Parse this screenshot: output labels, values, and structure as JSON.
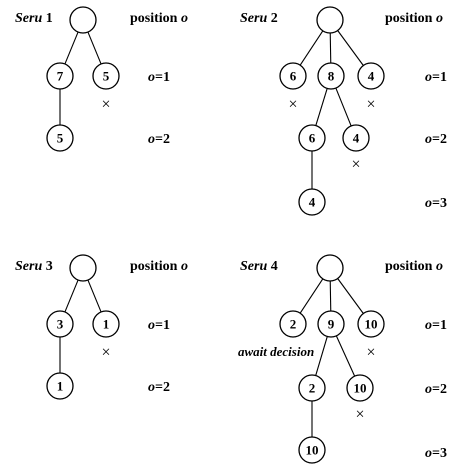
{
  "panels": [
    {
      "title_italic": "Seru",
      "title_num": "1",
      "header_word": "position",
      "header_var": "o",
      "levels": [
        {
          "var": "o",
          "value": "=1"
        },
        {
          "var": "o",
          "value": "=2"
        }
      ],
      "root": {
        "label": "",
        "children": [
          {
            "label": "7",
            "children": [
              {
                "label": "5",
                "children": []
              }
            ]
          },
          {
            "label": "5",
            "crossed": true,
            "children": []
          }
        ]
      }
    },
    {
      "title_italic": "Seru",
      "title_num": "2",
      "header_word": "position",
      "header_var": "o",
      "levels": [
        {
          "var": "o",
          "value": "=1"
        },
        {
          "var": "o",
          "value": "=2"
        },
        {
          "var": "o",
          "value": "=3"
        }
      ],
      "root": {
        "label": "",
        "children": [
          {
            "label": "6",
            "crossed": true,
            "children": []
          },
          {
            "label": "8",
            "children": [
              {
                "label": "6",
                "children": [
                  {
                    "label": "4",
                    "children": []
                  }
                ]
              },
              {
                "label": "4",
                "crossed": true,
                "children": []
              }
            ]
          },
          {
            "label": "4",
            "crossed": true,
            "children": []
          }
        ]
      }
    },
    {
      "title_italic": "Seru",
      "title_num": "3",
      "header_word": "position",
      "header_var": "o",
      "levels": [
        {
          "var": "o",
          "value": "=1"
        },
        {
          "var": "o",
          "value": "=2"
        }
      ],
      "root": {
        "label": "",
        "children": [
          {
            "label": "3",
            "children": [
              {
                "label": "1",
                "children": []
              }
            ]
          },
          {
            "label": "1",
            "crossed": true,
            "children": []
          }
        ]
      }
    },
    {
      "title_italic": "Seru",
      "title_num": "4",
      "header_word": "position",
      "header_var": "o",
      "annotation": "await decision",
      "levels": [
        {
          "var": "o",
          "value": "=1"
        },
        {
          "var": "o",
          "value": "=2"
        },
        {
          "var": "o",
          "value": "=3"
        }
      ],
      "root": {
        "label": "",
        "children": [
          {
            "label": "2",
            "children": []
          },
          {
            "label": "9",
            "children": [
              {
                "label": "2",
                "children": [
                  {
                    "label": "10",
                    "children": []
                  }
                ]
              },
              {
                "label": "10",
                "crossed": true,
                "children": []
              }
            ]
          },
          {
            "label": "10",
            "crossed": true,
            "children": []
          }
        ]
      }
    }
  ],
  "cross_symbol": "×"
}
